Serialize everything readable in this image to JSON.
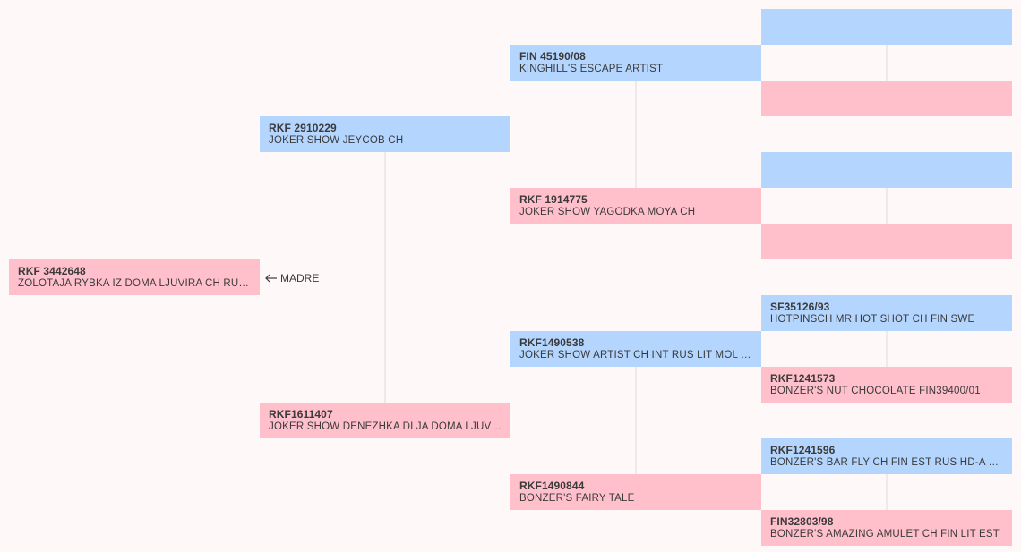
{
  "role_label": "MADRE",
  "colors": {
    "male": "#b4d5fe",
    "female": "#ffc0cc",
    "line": "#dcdcdc",
    "background": "#fff8f8"
  },
  "nodes": [
    {
      "id": "subject",
      "sex": "female",
      "reg": "RKF 3442648",
      "name": "ZOLOTAJA RYBKA IZ DOMA LJUVIRA CH RUS..."
    },
    {
      "id": "sire",
      "sex": "male",
      "reg": "RKF 2910229",
      "name": "JOKER SHOW JEYCOB CH"
    },
    {
      "id": "dam",
      "sex": "female",
      "reg": "RKF1611407",
      "name": "JOKER SHOW DENEZHKA DLJA DOMA LJUVI..."
    },
    {
      "id": "sire-sire",
      "sex": "male",
      "reg": "FIN 45190/08",
      "name": "KINGHILL'S ESCAPE ARTIST"
    },
    {
      "id": "sire-dam",
      "sex": "female",
      "reg": "RKF 1914775",
      "name": "JOKER SHOW YAGODKA MOYA CH"
    },
    {
      "id": "dam-sire",
      "sex": "male",
      "reg": "RKF1490538",
      "name": "JOKER SHOW ARTIST CH INT RUS LIT MOL U..."
    },
    {
      "id": "dam-dam",
      "sex": "female",
      "reg": "RKF1490844",
      "name": "BONZER'S FAIRY TALE"
    },
    {
      "id": "sss",
      "sex": "male",
      "reg": "",
      "name": ""
    },
    {
      "id": "ssd",
      "sex": "female",
      "reg": "",
      "name": ""
    },
    {
      "id": "sds",
      "sex": "male",
      "reg": "",
      "name": ""
    },
    {
      "id": "sdd",
      "sex": "female",
      "reg": "",
      "name": ""
    },
    {
      "id": "dss",
      "sex": "male",
      "reg": "SF35126/93",
      "name": "HOTPINSCH MR HOT SHOT CH FIN SWE"
    },
    {
      "id": "dsd",
      "sex": "female",
      "reg": "RKF1241573",
      "name": "BONZER'S NUT CHOCOLATE FIN39400/01"
    },
    {
      "id": "dds",
      "sex": "male",
      "reg": "RKF1241596",
      "name": "BONZER'S BAR FLY CH FIN EST RUS HD-A FI..."
    },
    {
      "id": "ddd",
      "sex": "female",
      "reg": "FIN32803/98",
      "name": "BONZER'S AMAZING AMULET CH FIN LIT EST"
    }
  ]
}
